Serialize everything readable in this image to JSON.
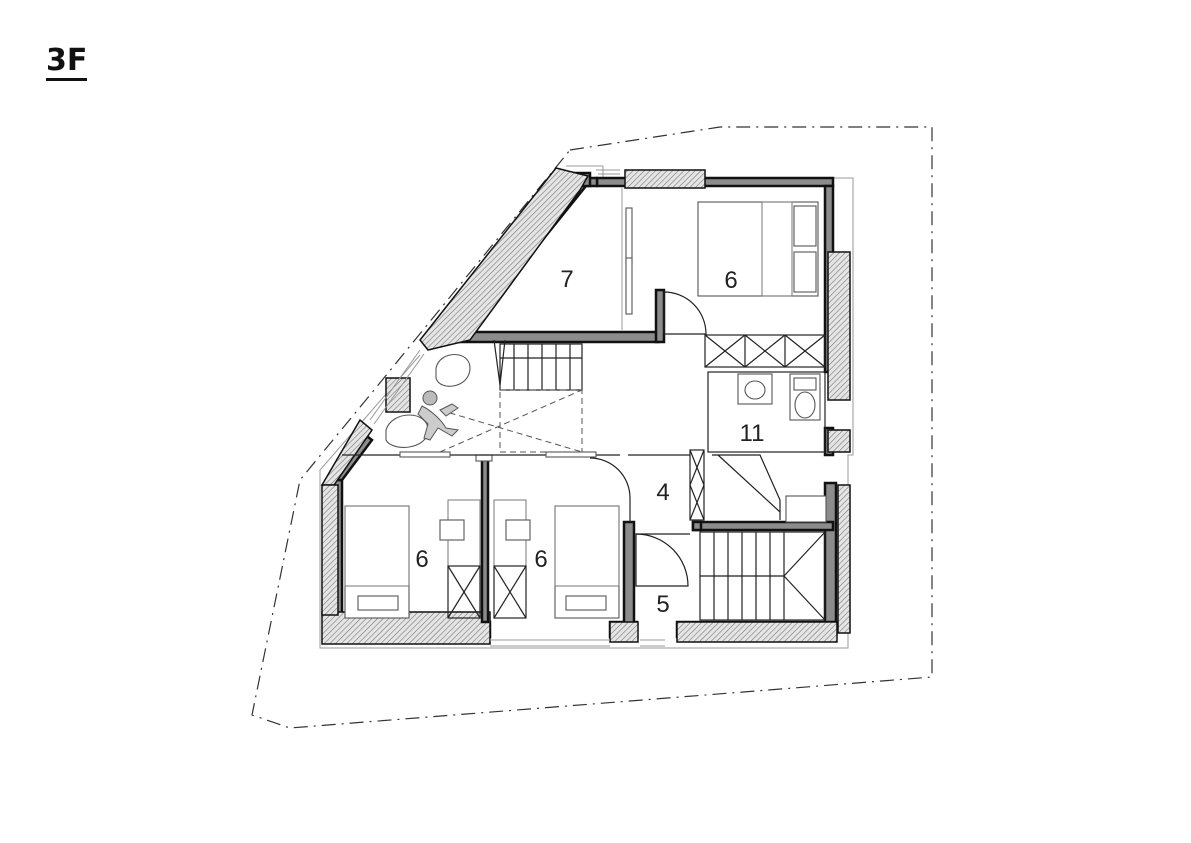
{
  "floor": {
    "title": "3F"
  },
  "rooms": [
    {
      "id": "bedroom-top",
      "label": "6"
    },
    {
      "id": "closet",
      "label": "7"
    },
    {
      "id": "bathroom",
      "label": "11"
    },
    {
      "id": "hall",
      "label": "4"
    },
    {
      "id": "bedroom-left",
      "label": "6"
    },
    {
      "id": "bedroom-middle",
      "label": "6"
    },
    {
      "id": "stair-landing",
      "label": "5"
    }
  ]
}
